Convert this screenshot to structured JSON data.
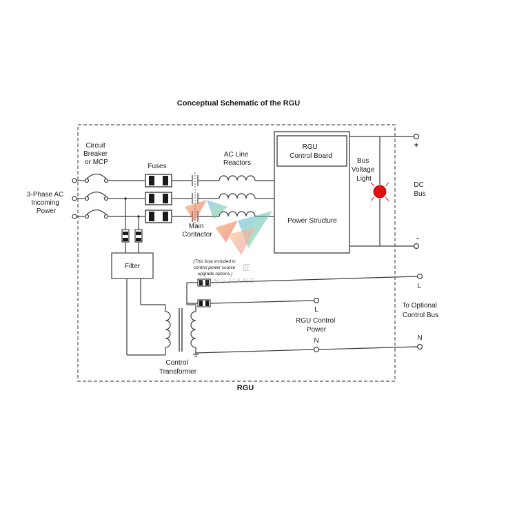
{
  "title": "Conceptual Schematic of the RGU",
  "footer": "RGU",
  "labels": {
    "incoming_power": [
      "3-Phase AC",
      "Incoming",
      "Power"
    ],
    "breaker": [
      "Circuit",
      "Breaker",
      "or MCP"
    ],
    "fuses": "Fuses",
    "reactors": [
      "AC Line",
      "Reactors"
    ],
    "contactor": [
      "Main",
      "Contactor"
    ],
    "filter": "Filter",
    "fuse_note": [
      "(This fuse included in",
      "control power source",
      "upgrade options.)"
    ],
    "control_board": [
      "RGU",
      "Control Board"
    ],
    "power_structure": "Power Structure",
    "bus_light": [
      "Bus",
      "Voltage",
      "Light"
    ],
    "dc_bus": [
      "DC",
      "Bus"
    ],
    "plus": "+",
    "minus": "-",
    "control_power": [
      "RGU Control",
      "Power"
    ],
    "optional_bus": [
      "To Optional",
      "Control Bus"
    ],
    "inner_L": "L",
    "inner_N": "N",
    "outer_L": "L",
    "outer_N": "N",
    "transformer": [
      "Control",
      "Transformer"
    ]
  },
  "watermark": {
    "glyph": "匠",
    "text": "KUNGJIANG"
  },
  "colors": {
    "light": "#e01010",
    "fuse": "#1a1a1a"
  }
}
